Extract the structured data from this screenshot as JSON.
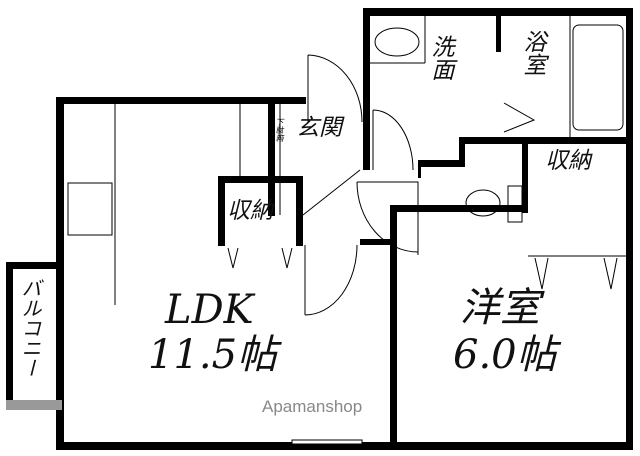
{
  "rooms": {
    "ldk": {
      "name": "LDK",
      "size": "11.5帖"
    },
    "western": {
      "name": "洋室",
      "size": "6.0帖"
    },
    "washroom": "洗面",
    "bath": "浴室",
    "entrance": "玄関",
    "shoe_storage": "下駄箱",
    "storage_small": "収納",
    "storage_right": "収納",
    "balcony": "バルコニー"
  },
  "watermark": "Apamanshop"
}
